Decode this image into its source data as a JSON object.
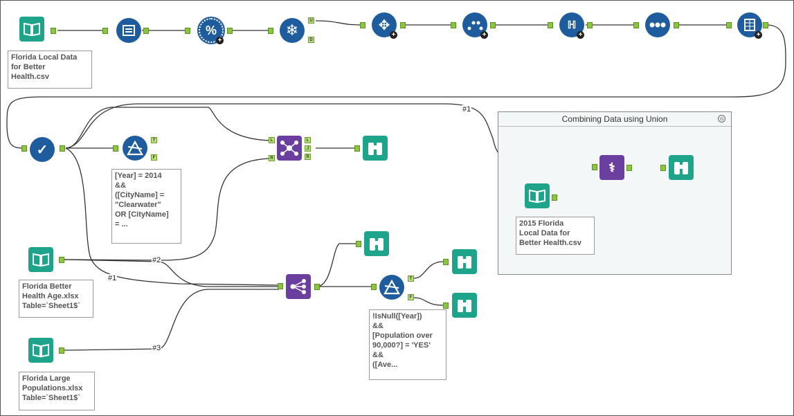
{
  "notes": {
    "input1": "Florida Local Data\nfor Better\nHealth.csv",
    "filter1": "[Year] = 2014\n&&\n([CityName] =\n\"Clearwater\"\nOR [CityName]\n= ...",
    "input2": "Florida Better\nHealth Age.xlsx\nTable=`Sheet1$`",
    "input3": "Florida Large\nPopulations.xlsx\nTable=`Sheet1$`",
    "filter2": "!IsNull([Year])\n&&\n[Population over\n90,000?] = 'YES'\n&&\n([Ave...",
    "input4": "2015 Florida\nLocal Data for\nBetter Health.csv"
  },
  "container": {
    "title": "Combining Data using Union",
    "collapse_icon": "⊙"
  },
  "wire_labels": {
    "w1a": "#1",
    "w1b": "#1",
    "w2a": "#2",
    "w2b": "#2",
    "w3": "#3"
  },
  "anchors": {
    "true": "T",
    "false": "F",
    "unique": "U",
    "dup": "D",
    "left": "L",
    "join": "J",
    "right": "R"
  },
  "icons": {
    "input": "book-icon",
    "select": "select-icon",
    "formula": "percent-icon",
    "unique": "snowflake-icon",
    "multi_field": "arrows-icon",
    "transform": "arc-icon",
    "cleanse": "cleanse-icon",
    "sample": "dots-icon",
    "filter_grid": "grid-icon",
    "check": "check-icon",
    "filter": "triangle-icon",
    "join": "join-icon",
    "browse": "binoculars-icon",
    "union": "dna-icon",
    "multi_join": "share-icon"
  },
  "colors": {
    "blue": "#1f5c9e",
    "green": "#1ea48a",
    "purple": "#6b3fa0",
    "anchor": "#8cc63f"
  }
}
